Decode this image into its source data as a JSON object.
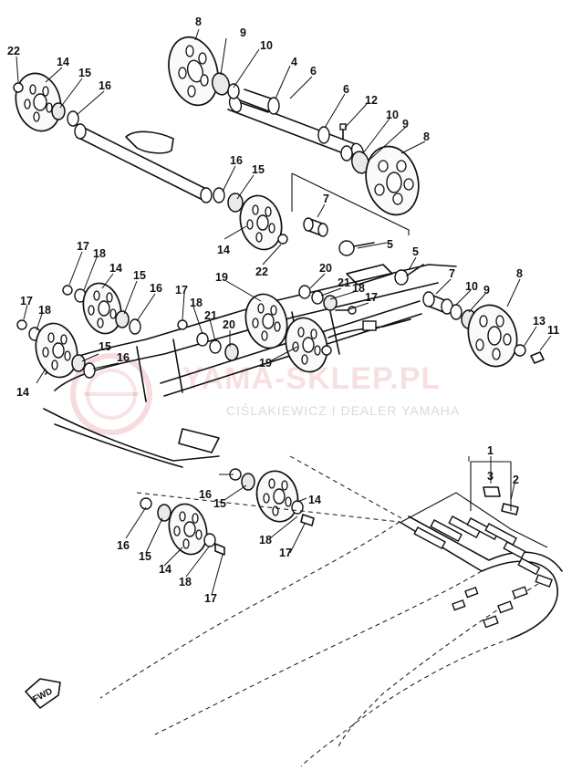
{
  "watermark": {
    "main": "YAMA-SKLEP.PL",
    "sub": "CIŚLAKIEWICZ I DEALER YAMAHA",
    "color": "#cd3c46"
  },
  "fwd_marker": {
    "label": "FWD",
    "icon": "arrow-icon"
  },
  "callouts": [
    {
      "id": "c1",
      "n": "8"
    },
    {
      "id": "c2",
      "n": "9"
    },
    {
      "id": "c3",
      "n": "10"
    },
    {
      "id": "c4",
      "n": "4"
    },
    {
      "id": "c5",
      "n": "6"
    },
    {
      "id": "c6",
      "n": "6"
    },
    {
      "id": "c7",
      "n": "12"
    },
    {
      "id": "c8",
      "n": "10"
    },
    {
      "id": "c9",
      "n": "9"
    },
    {
      "id": "c10",
      "n": "8"
    },
    {
      "id": "c11",
      "n": "22"
    },
    {
      "id": "c12",
      "n": "14"
    },
    {
      "id": "c13",
      "n": "15"
    },
    {
      "id": "c14",
      "n": "16"
    },
    {
      "id": "c15",
      "n": "16"
    },
    {
      "id": "c16",
      "n": "15"
    },
    {
      "id": "c17",
      "n": "14"
    },
    {
      "id": "c18",
      "n": "22"
    },
    {
      "id": "c19",
      "n": "7"
    },
    {
      "id": "c20",
      "n": "5"
    },
    {
      "id": "c21",
      "n": "5"
    },
    {
      "id": "c22",
      "n": "7"
    },
    {
      "id": "c23",
      "n": "10"
    },
    {
      "id": "c24",
      "n": "9"
    },
    {
      "id": "c25",
      "n": "8"
    },
    {
      "id": "c26",
      "n": "13"
    },
    {
      "id": "c27",
      "n": "11"
    },
    {
      "id": "c28",
      "n": "17"
    },
    {
      "id": "c29",
      "n": "18"
    },
    {
      "id": "c30",
      "n": "14"
    },
    {
      "id": "c31",
      "n": "15"
    },
    {
      "id": "c32",
      "n": "16"
    },
    {
      "id": "c33",
      "n": "17"
    },
    {
      "id": "c34",
      "n": "18"
    },
    {
      "id": "c35",
      "n": "19"
    },
    {
      "id": "c36",
      "n": "20"
    },
    {
      "id": "c37",
      "n": "21"
    },
    {
      "id": "c38",
      "n": "18"
    },
    {
      "id": "c39",
      "n": "17"
    },
    {
      "id": "c40",
      "n": "17"
    },
    {
      "id": "c41",
      "n": "18"
    },
    {
      "id": "c42",
      "n": "15"
    },
    {
      "id": "c43",
      "n": "16"
    },
    {
      "id": "c44",
      "n": "14"
    },
    {
      "id": "c45",
      "n": "21"
    },
    {
      "id": "c46",
      "n": "20"
    },
    {
      "id": "c47",
      "n": "19"
    },
    {
      "id": "c48",
      "n": "1"
    },
    {
      "id": "c49",
      "n": "3"
    },
    {
      "id": "c50",
      "n": "2"
    },
    {
      "id": "c51",
      "n": "16"
    },
    {
      "id": "c52",
      "n": "15"
    },
    {
      "id": "c53",
      "n": "14"
    },
    {
      "id": "c54",
      "n": "18"
    },
    {
      "id": "c55",
      "n": "17"
    },
    {
      "id": "c56",
      "n": "16"
    },
    {
      "id": "c57",
      "n": "15"
    },
    {
      "id": "c58",
      "n": "14"
    },
    {
      "id": "c59",
      "n": "18"
    },
    {
      "id": "c60",
      "n": "17"
    }
  ]
}
